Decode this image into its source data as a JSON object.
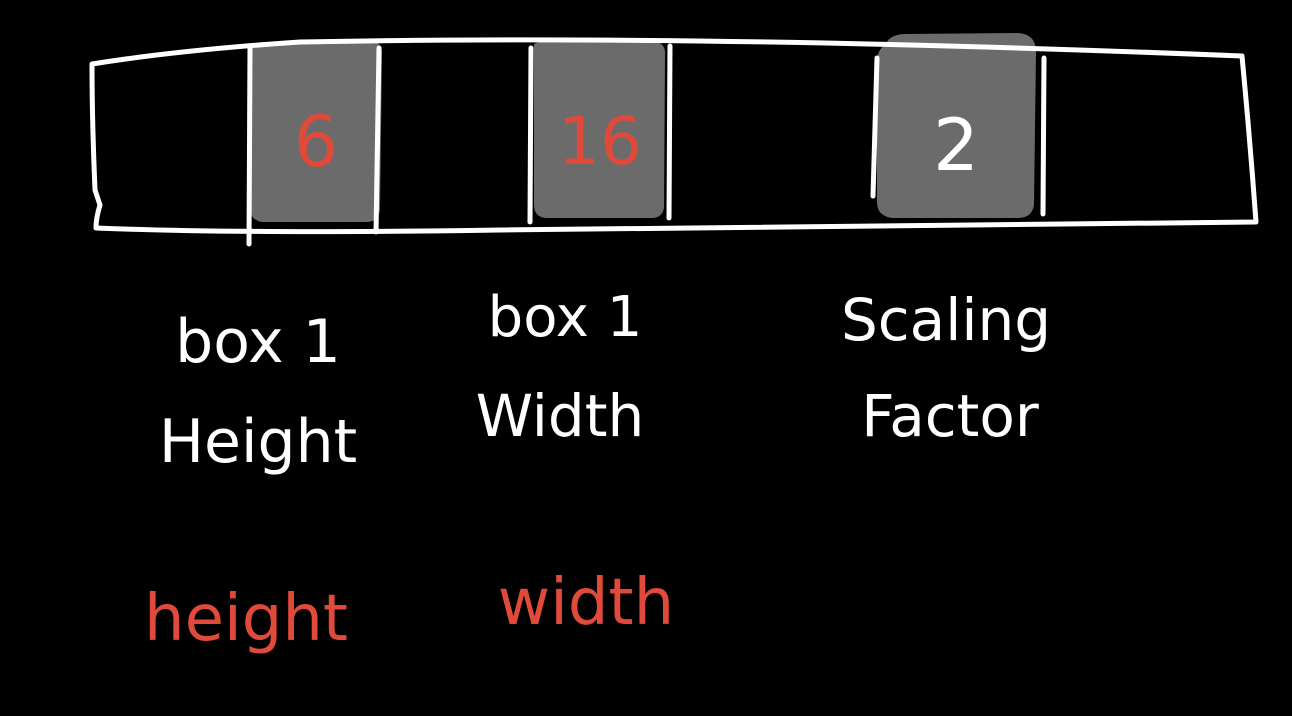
{
  "colors": {
    "background": "#000000",
    "stroke": "#ffffff",
    "cell_fill": "#6b6b6b",
    "accent": "#e04a3a"
  },
  "array": {
    "cells": [
      {
        "value": "6",
        "value_color": "#e04a3a"
      },
      {
        "value": "16",
        "value_color": "#e04a3a"
      },
      {
        "value": "2",
        "value_color": "#ffffff"
      }
    ]
  },
  "labels": {
    "box1_height": [
      "box 1",
      "Height"
    ],
    "box1_width": [
      "box 1",
      "Width"
    ],
    "scaling_factor": [
      "Scaling",
      "Factor"
    ]
  },
  "variables": {
    "height": "height",
    "width": "width"
  }
}
